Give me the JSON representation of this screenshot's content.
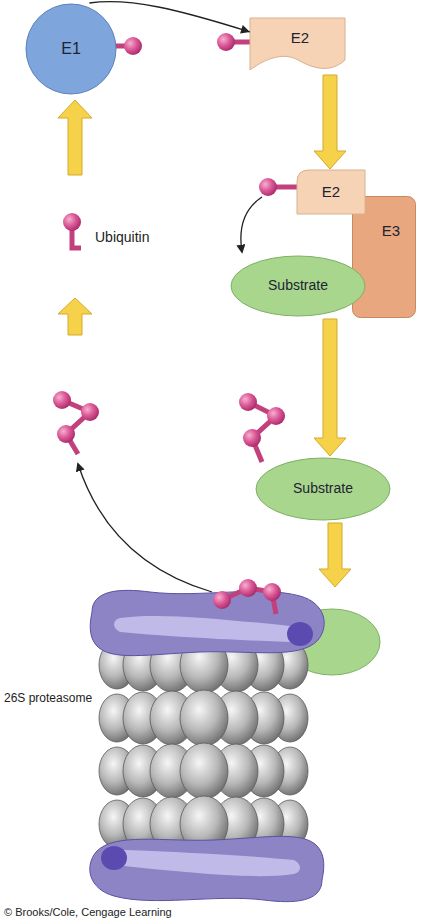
{
  "diagram": {
    "nodes": [
      {
        "text": [
          "E1"
        ]
      },
      {
        "text": [
          "E2"
        ]
      },
      {
        "text": [
          "E2"
        ]
      },
      {
        "text": [
          "E3"
        ]
      },
      {
        "text": [
          "Substrate"
        ]
      },
      {
        "text": [
          "Substrate"
        ]
      },
      {
        "text": [
          "26S proteasome"
        ]
      }
    ],
    "edges": [
      {
        "from": 0,
        "to": 1,
        "arrow": "to"
      },
      {
        "from": 1,
        "to": 2,
        "arrow": "to"
      },
      {
        "from": 4,
        "to": 5,
        "arrow": "to"
      },
      {
        "from": 5,
        "to": 6,
        "arrow": "to"
      }
    ],
    "labels": [
      "Ubiquitin",
      "© Brooks/Cole, Cengage Learning"
    ]
  }
}
